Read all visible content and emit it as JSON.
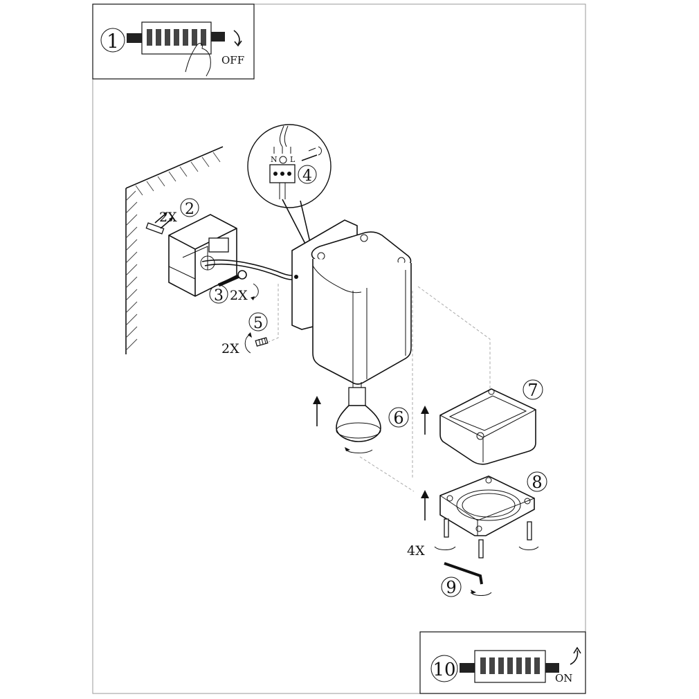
{
  "steps": {
    "s1": {
      "number": "1",
      "note": "OFF"
    },
    "s2": {
      "number": "2",
      "qty": "2X"
    },
    "s3": {
      "number": "3",
      "qty": "2X"
    },
    "s4": {
      "number": "4",
      "terminal_n": "N",
      "terminal_l": "L"
    },
    "s5": {
      "number": "5",
      "qty": "2X"
    },
    "s6": {
      "number": "6"
    },
    "s7": {
      "number": "7"
    },
    "s8": {
      "number": "8",
      "qty": "4X"
    },
    "s9": {
      "number": "9"
    },
    "s10": {
      "number": "10",
      "note": "ON"
    }
  }
}
